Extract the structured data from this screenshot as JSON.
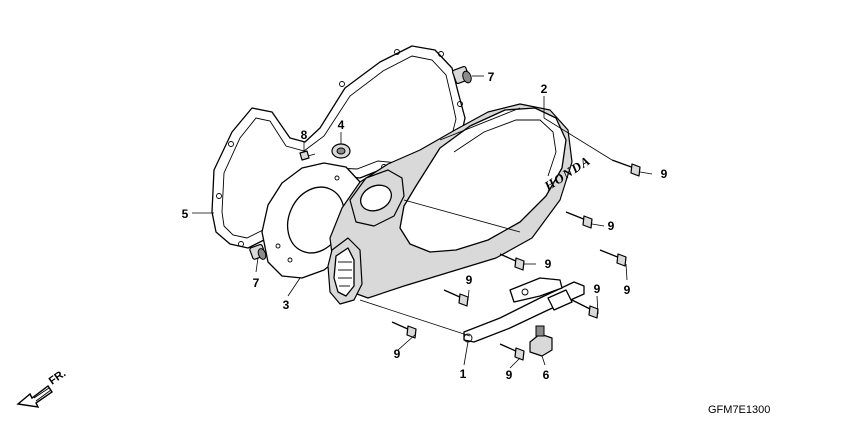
{
  "brand_text": "HONDA",
  "direction_label": "FR.",
  "diagram_code": "GFM7E1300",
  "callouts": {
    "c1": "1",
    "c2": "2",
    "c3": "3",
    "c4": "4",
    "c5": "5",
    "c6": "6",
    "c7a": "7",
    "c7b": "7",
    "c8": "8",
    "c9a": "9",
    "c9b": "9",
    "c9c": "9",
    "c9d": "9",
    "c9e": "9",
    "c9f": "9",
    "c9g": "9",
    "c9h": "9"
  }
}
